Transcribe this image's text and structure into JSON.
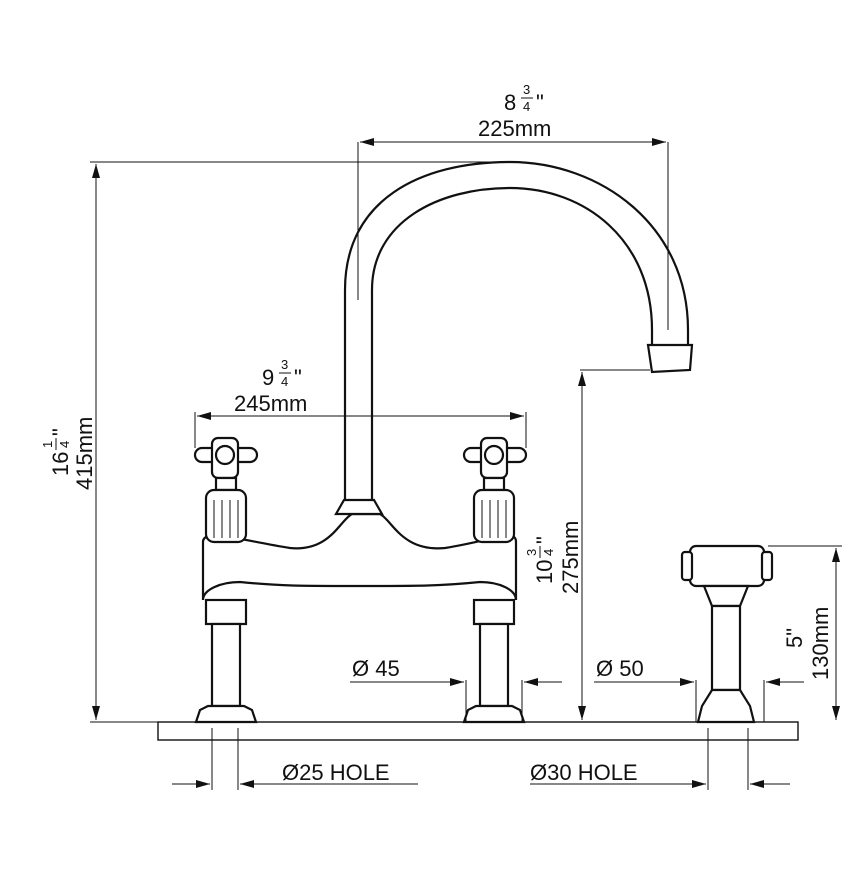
{
  "dimensions": {
    "width_in": {
      "whole": "8",
      "num": "3",
      "den": "4",
      "inch": "\""
    },
    "width_mm": "225mm",
    "span_in": {
      "whole": "9",
      "num": "3",
      "den": "4",
      "inch": "\""
    },
    "span_mm": "245mm",
    "height_in": {
      "whole": "16",
      "num": "1",
      "den": "4",
      "inch": "\""
    },
    "height_mm": "415mm",
    "spout_in": {
      "whole": "10",
      "num": "3",
      "den": "4",
      "inch": "\""
    },
    "spout_mm": "275mm",
    "rinse_in": "5\"",
    "rinse_mm": "130mm",
    "base_a": "Ø 45",
    "base_b": "Ø 50",
    "hole_a": "Ø25 HOLE",
    "hole_b": "Ø30 HOLE"
  },
  "colors": {
    "line": "#111111",
    "background": "#ffffff"
  }
}
